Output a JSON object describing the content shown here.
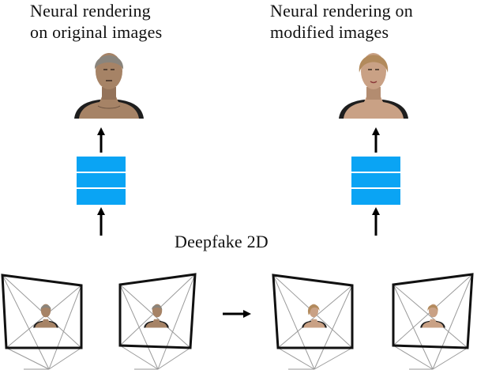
{
  "captions": {
    "left_line1": "Neural rendering",
    "left_line2": "on original images",
    "right_line1": "Neural rendering on",
    "right_line2": "modified images",
    "middle": "Deepfake 2D"
  },
  "colors": {
    "network_block": "#0aa4f4",
    "block_separator": "#ffffff",
    "arrow": "#000000",
    "frame_thick": "#111111",
    "frustum_lines": "#9a9a9a",
    "skin_original": "#a68366",
    "skin_modified": "#c9a185",
    "hair_original": "#8a857d",
    "hair_modified": "#b28a5c",
    "clothing": "#1e1e1e"
  },
  "icons": {
    "head_original": "rendered-face-original",
    "head_modified": "rendered-face-modified",
    "network": "neural-network-block",
    "camera_frame": "camera-frustum-with-face"
  }
}
